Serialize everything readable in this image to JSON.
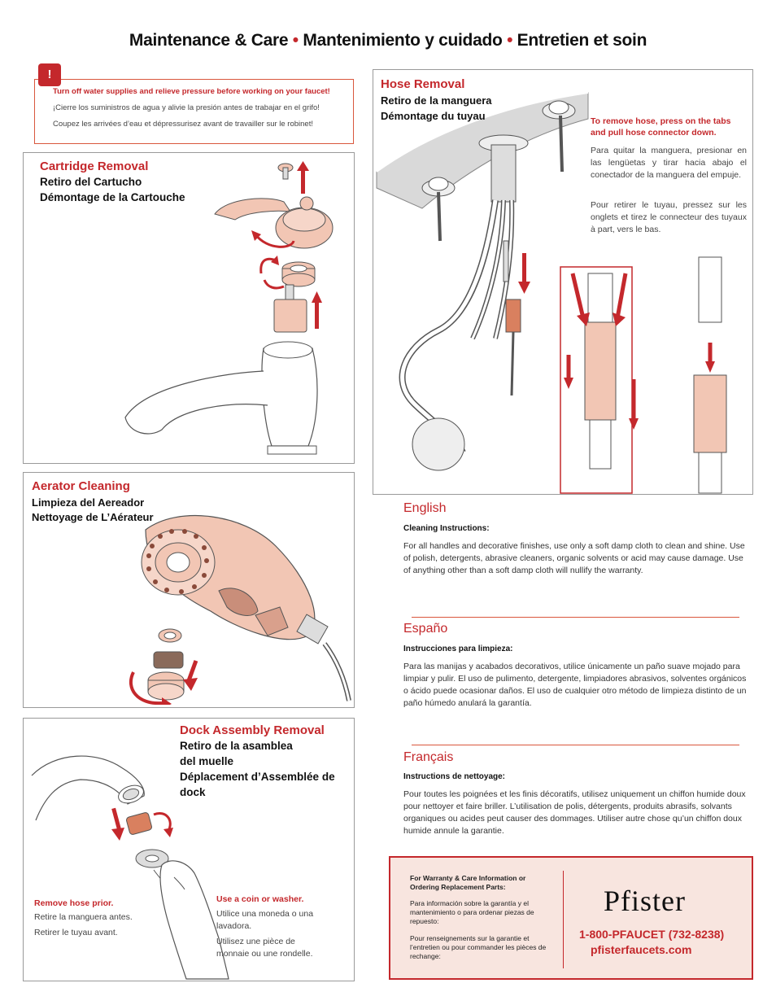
{
  "header": {
    "part1": "Maintenance & Care",
    "sep": "•",
    "part2": "Mantenimiento y cuidado",
    "part3": "Entretien et soin"
  },
  "warning": {
    "badge": "!",
    "en": "Turn off water supplies and relieve pressure before working on your faucet!",
    "es": "¡Cierre los suministros de agua y alivie la presión antes de trabajar en el grifo!",
    "fr": "Coupez les arrivées d’eau et dépressurisez avant de travailler sur le robinet!"
  },
  "cartridge": {
    "title": "Cartridge Removal",
    "sub1": "Retiro del Cartucho",
    "sub2": "Démontage de la Cartouche"
  },
  "aerator": {
    "title": "Aerator Cleaning",
    "sub1": "Limpieza del Aereador",
    "sub2": "Nettoyage de L’Aérateur"
  },
  "dock": {
    "title": "Dock Assembly Removal",
    "sub1": "Retiro de la asamblea",
    "sub2": "del muelle",
    "sub3": "Déplacement d’Assemblée de",
    "sub4": "dock",
    "left_bold": "Remove hose prior.",
    "left_es": "Retire la manguera antes.",
    "left_fr": "Retirer le tuyau avant.",
    "right_bold": "Use a coin or washer.",
    "right_es1": "Utilice una moneda o una",
    "right_es2": "lavadora.",
    "right_fr1": "Utilisez une pièce de",
    "right_fr2": "monnaie ou une rondelle."
  },
  "hose": {
    "title": "Hose Removal",
    "sub1": "Retiro de la manguera",
    "sub2": "Démontage du tuyau",
    "en": "To remove hose, press on the tabs and pull hose connector down.",
    "es": "Para quitar la manguera, presionar en las lengüetas y tirar hacia abajo el conectador de la manguera del empuje.",
    "fr": "Pour retirer le tuyau, pressez sur les onglets et tirez le connecteur des tuyaux  à part, vers le bas."
  },
  "english": {
    "heading": "English",
    "sub": "Cleaning Instructions:",
    "body": "For all handles and decorative finishes, use only a soft damp cloth to clean and shine. Use of polish, detergents, abrasive cleaners, organic solvents or acid may cause damage. Use of anything other than a soft damp cloth will nullify the warranty."
  },
  "spanish": {
    "heading": "Españo",
    "sub": "Instrucciones para limpieza:",
    "body": "Para las manijas y acabados decorativos, utilice únicamente un paño suave mojado para limpiar y pulir. El uso de pulimento, detergente, limpiadores abrasivos, solventes orgánicos o ácido puede ocasionar daños. El uso de cualquier otro método de limpieza distinto de un paño húmedo anulará la garantía."
  },
  "french": {
    "heading": "Français",
    "sub": "Instructions de nettoyage:",
    "body": "Pour toutes les poignées et les finis décoratifs, utilisez uniquement un chiffon humide doux pour nettoyer et faire briller. L’utilisation de polis, détergents, produits abrasifs, solvants organiques ou acides peut causer des dommages. Utiliser autre chose qu’un chiffon doux humide annule la garantie."
  },
  "footer": {
    "en": "For Warranty & Care Information or Ordering Replacement Parts:",
    "es": "Para información sobre la garantía y el mantenimiento o para ordenar piezas de repuesto:",
    "fr": "Pour renseignements sur la garantie et l’entretien ou pour commander les pièces de rechange:",
    "brand": "Pfister",
    "phone": "1-800-PFAUCET (732-8238)",
    "web": "pfisterfaucets.com"
  },
  "colors": {
    "accent": "#c4282c",
    "part_fill": "#f2c6b4",
    "footer_bg": "#f8e5df"
  }
}
